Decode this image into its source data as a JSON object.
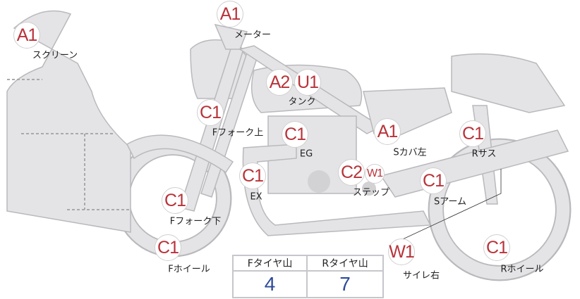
{
  "markers": [
    {
      "code": "A1",
      "label": "スクリーン"
    },
    {
      "code": "A1",
      "label": "メーター"
    },
    {
      "code": "A2",
      "code2": "U1",
      "label": "タンク"
    },
    {
      "code": "C1",
      "label": "Fフォーク上"
    },
    {
      "code": "C1",
      "label": "EG"
    },
    {
      "code": "A1",
      "label": "Sカバ左"
    },
    {
      "code": "C1",
      "label": "Rサス"
    },
    {
      "code": "C1",
      "label": "EX"
    },
    {
      "code": "C2",
      "code2": "W1",
      "label": "ステップ"
    },
    {
      "code": "C1",
      "label": "Sアーム"
    },
    {
      "code": "C1",
      "label": "Fフォーク下"
    },
    {
      "code": "C1",
      "label": "Fホイール"
    },
    {
      "code": "W1",
      "label": "サイレ右"
    },
    {
      "code": "C1",
      "label": "Rホイール"
    }
  ],
  "tire_table": {
    "headers": [
      "Fタイヤ山",
      "Rタイヤ山"
    ],
    "values": [
      "4",
      "7"
    ]
  },
  "colors": {
    "marker_text": "#b8333a",
    "value_text": "#2d4a9a",
    "body_fill": "#e4e4e6",
    "body_stroke": "#b9b9bd"
  }
}
